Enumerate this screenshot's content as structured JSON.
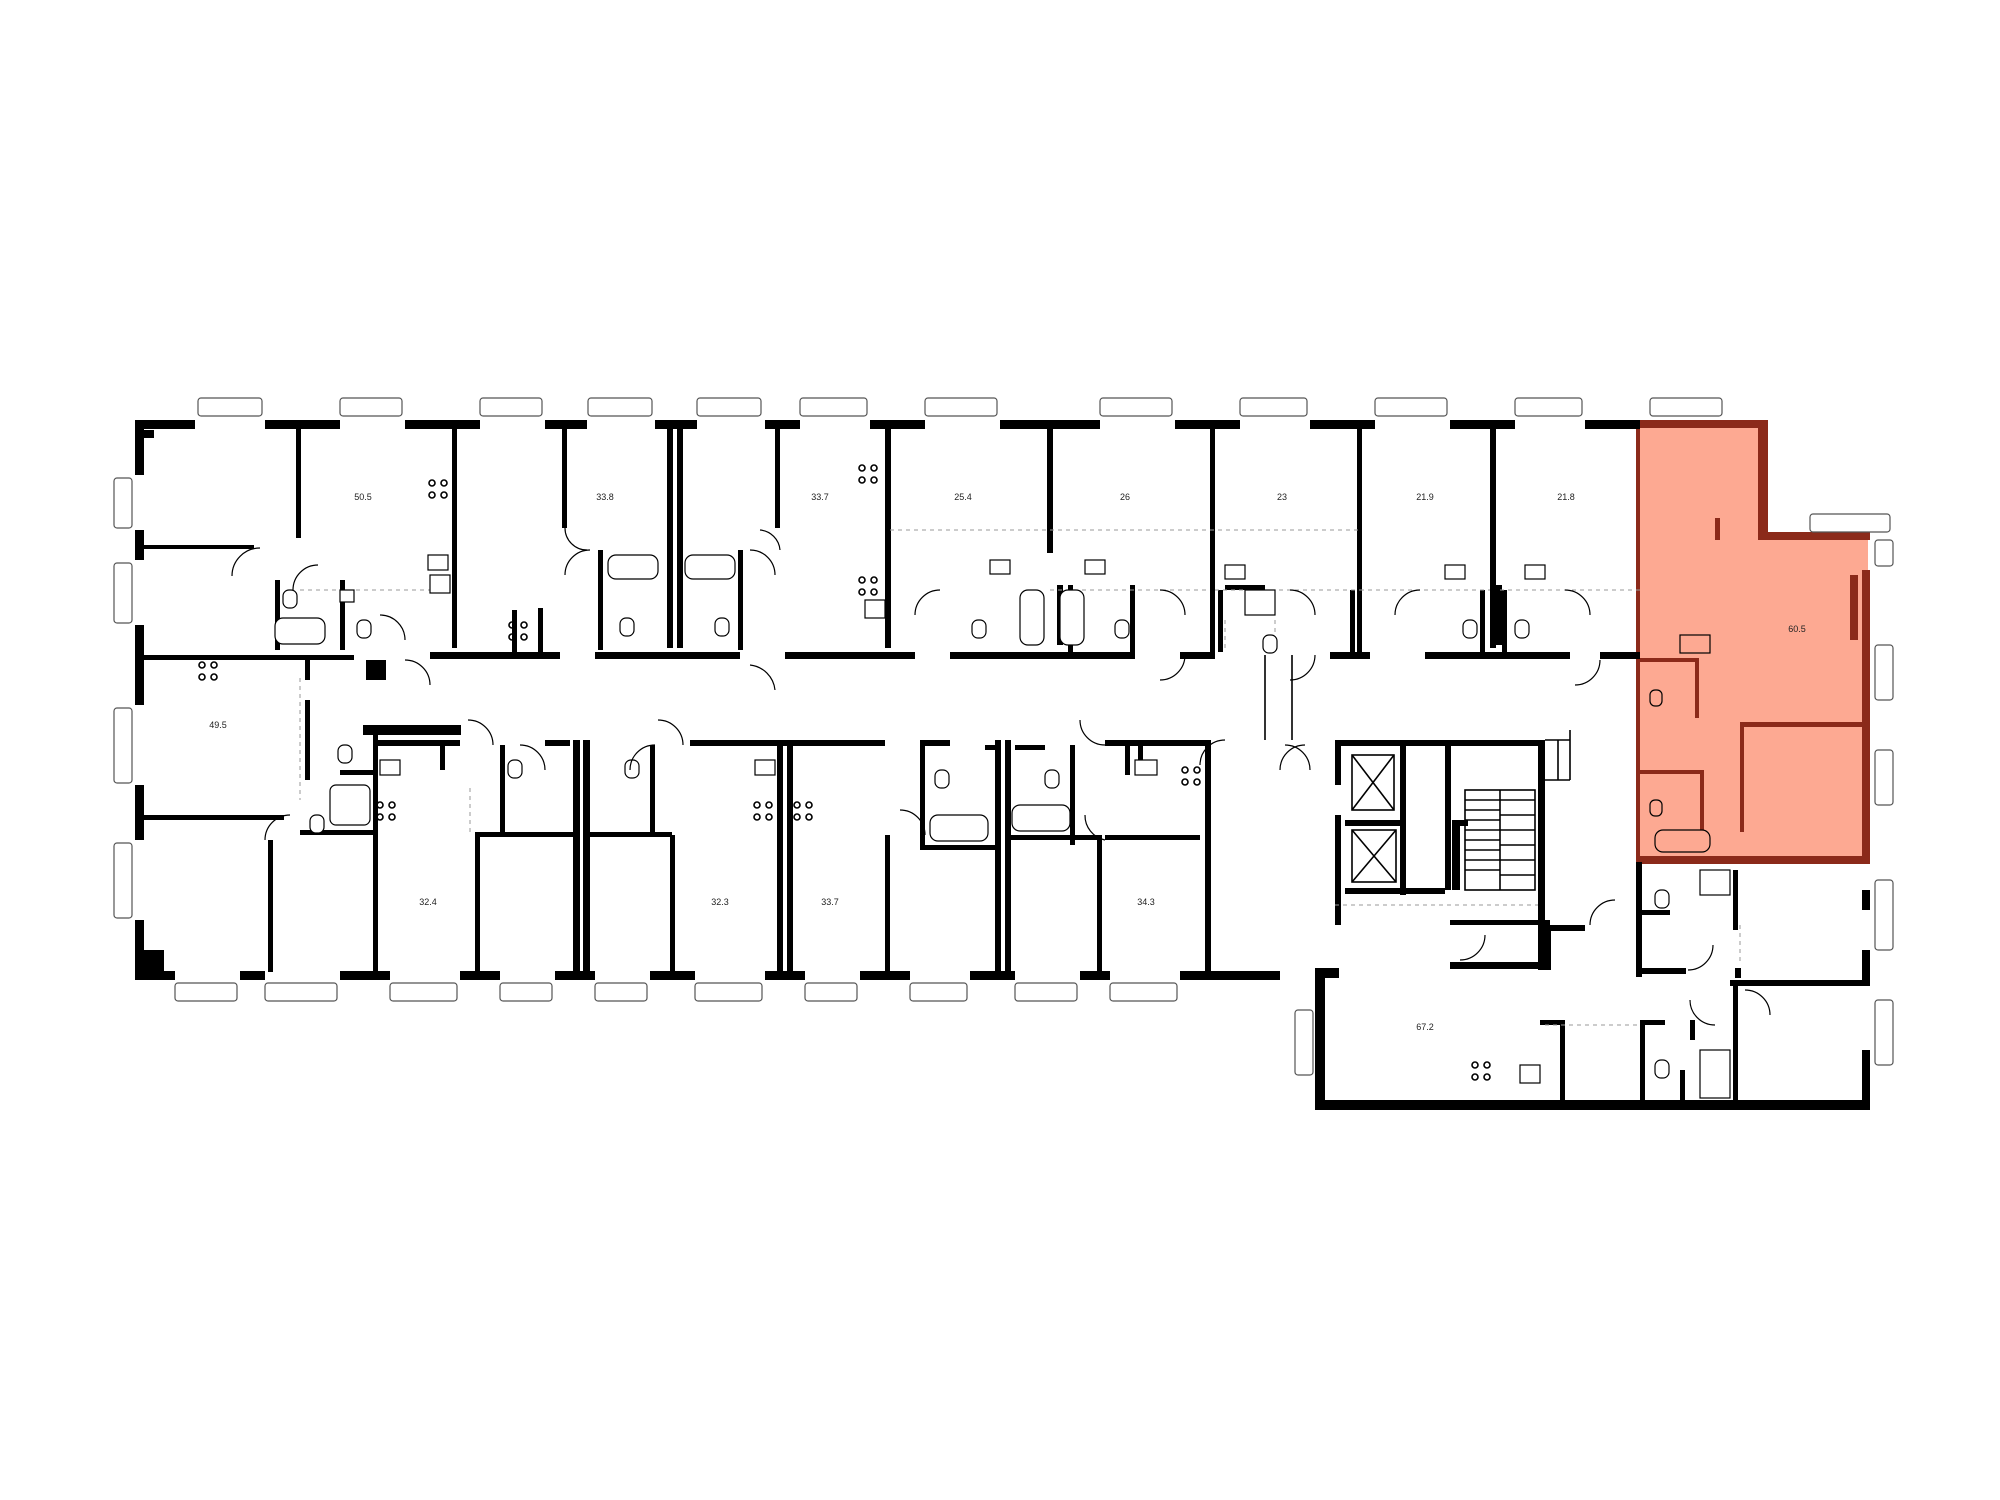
{
  "highlight": {
    "fill": "#fda992",
    "wall": "#8b2a1a",
    "apartment_area": "60.5"
  },
  "areas": [
    {
      "id": "a1",
      "value": "50.5"
    },
    {
      "id": "a2",
      "value": "33.8"
    },
    {
      "id": "a3",
      "value": "33.7"
    },
    {
      "id": "a4",
      "value": "25.4"
    },
    {
      "id": "a5",
      "value": "26"
    },
    {
      "id": "a6",
      "value": "23"
    },
    {
      "id": "a7",
      "value": "21.9"
    },
    {
      "id": "a8",
      "value": "21.8"
    },
    {
      "id": "a9",
      "value": "60.5"
    },
    {
      "id": "a10",
      "value": "49.5"
    },
    {
      "id": "a11",
      "value": "32.4"
    },
    {
      "id": "a12",
      "value": "32.3"
    },
    {
      "id": "a13",
      "value": "33.7"
    },
    {
      "id": "a14",
      "value": "34.3"
    },
    {
      "id": "a15",
      "value": "67.2"
    }
  ],
  "icons": [
    "window-icon",
    "door-swing-icon",
    "bathtub-icon",
    "toilet-icon",
    "sink-icon",
    "stove-icon",
    "elevator-icon",
    "stairs-icon"
  ]
}
